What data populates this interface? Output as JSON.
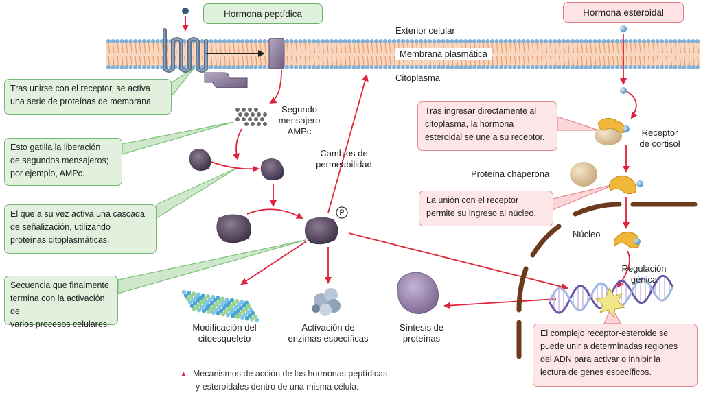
{
  "titles": {
    "peptide": "Hormona peptídica",
    "steroid": "Hormona esteroidal"
  },
  "membrane_labels": {
    "exterior": "Exterior celular",
    "membrane": "Membrana plasmática",
    "cytoplasm": "Citoplasma"
  },
  "green_notes": [
    {
      "lines": [
        "Tras unirse con el receptor, se activa",
        "una serie de proteínas de membrana."
      ]
    },
    {
      "lines": [
        "Esto gatilla la liberación",
        "de segundos mensajeros;",
        "por ejemplo, AMPc."
      ]
    },
    {
      "lines": [
        "El que a su vez activa una cascada",
        "de señalización, utilizando",
        "proteínas citoplasmáticas."
      ]
    },
    {
      "lines": [
        "Secuencia que finalmente",
        "termina con la activación de",
        "varios procesos celulares."
      ]
    }
  ],
  "pink_notes": [
    {
      "lines": [
        "Tras ingresar directamente al",
        "citoplasma, la hormona",
        "esteroidal se une a su receptor."
      ]
    },
    {
      "lines": [
        "La unión con el receptor",
        "permite su ingreso al núcleo."
      ]
    },
    {
      "lines": [
        "El complejo receptor-esteroide se",
        "puede unir a determinadas regiones",
        "del ADN para activar o inhibir la",
        "lectura de genes específicos."
      ]
    }
  ],
  "labels": {
    "second_messenger": [
      "Segundo",
      "mensajero",
      "AMPc"
    ],
    "permeability": [
      "Cambios de",
      "permeabilidad"
    ],
    "phosphate": "P",
    "cytoskeleton": [
      "Modificación del",
      "citoesqueleto"
    ],
    "enzymes": [
      "Activación de",
      "enzimas específicas"
    ],
    "protein_synthesis": [
      "Síntesis de",
      "proteínas"
    ],
    "cortisol_receptor": [
      "Receptor",
      "de cortisol"
    ],
    "chaperone": "Proteína chaperona",
    "nucleus": "Núcleo",
    "gene_regulation": [
      "Regulación",
      "génica"
    ]
  },
  "caption": {
    "marker": "▲",
    "lines": [
      "Mecanismos de acción de las hormonas peptídicas",
      "y esteroidales dentro de una misma célula."
    ]
  },
  "colors": {
    "arrow": "#e0223a",
    "membrane_head": "#7fb0d8",
    "membrane_tail": "#f2b48a",
    "protein": "#5b4a63",
    "nucleus": "#6e3a1e",
    "green_line": "#7cc07a",
    "pink_line": "#e58a8f"
  }
}
